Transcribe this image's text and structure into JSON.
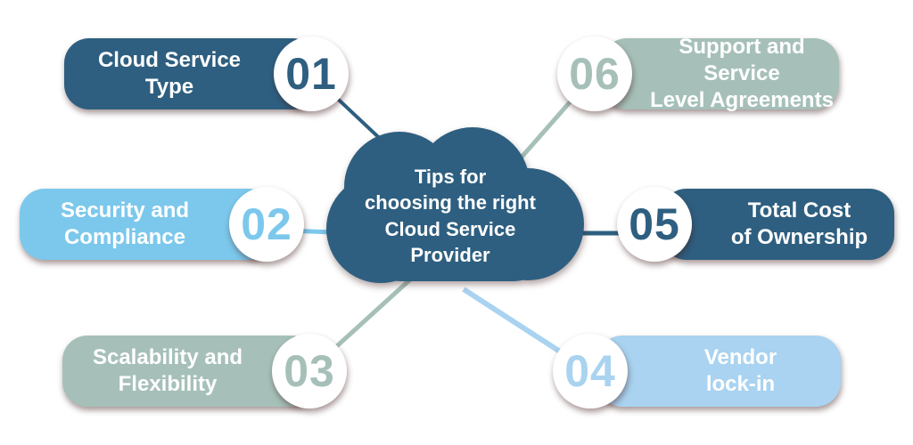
{
  "cloud": {
    "title": "Tips for\nchoosing the right\nCloud Service\nProvider"
  },
  "colors": {
    "dark_blue": "#2e5f80",
    "sky_blue": "#7cc8ec",
    "sage_green": "#a6c0b9",
    "light_blue": "#a9d3f0",
    "text_white": "#ffffff"
  },
  "items": [
    {
      "number": "01",
      "label": "Cloud Service\nType",
      "color": "#2e5f80",
      "side": "left"
    },
    {
      "number": "02",
      "label": "Security and\nCompliance",
      "color": "#7cc8ec",
      "side": "left"
    },
    {
      "number": "03",
      "label": "Scalability and\nFlexibility",
      "color": "#a6c0b9",
      "side": "left"
    },
    {
      "number": "04",
      "label": "Vendor\nlock-in",
      "color": "#a9d3f0",
      "side": "right"
    },
    {
      "number": "05",
      "label": "Total Cost\nof Ownership",
      "color": "#2e5f80",
      "side": "right"
    },
    {
      "number": "06",
      "label": "Support and Service\nLevel Agreements",
      "color": "#a6c0b9",
      "side": "right"
    }
  ]
}
